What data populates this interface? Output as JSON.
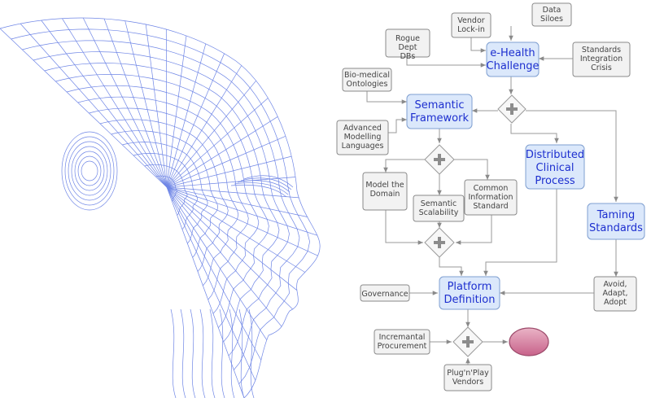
{
  "nodes": {
    "data_siloes": "Data Siloes",
    "vendor_lockin": "Vendor Lock-in",
    "rogue_dept_dbs": "Rogue Dept DBs",
    "ehealth_challenge": "e-Health Challenge",
    "standards_integration_crisis": "Standards Integration Crisis",
    "biomedical_ontologies": "Bio-medical Ontologies",
    "semantic_framework": "Semantic Framework",
    "advanced_modelling_languages": "Advanced Modelling Languages",
    "distributed_clinical_process": "Distributed Clinical Process",
    "model_the_domain": "Model the Domain",
    "semantic_scalability": "Semantic Scalability",
    "common_information_standard": "Common Information Standard",
    "taming_standards": "Taming Standards",
    "governance": "Governance",
    "platform_definition": "Platform Definition",
    "avoid_adapt_adopt": "Avoid, Adapt, Adopt",
    "incremental_procurement": "Incremantal Procurement",
    "plugnplay_vendors": "Plug'n'Play Vendors"
  },
  "colors": {
    "task_fill": "#dbe8fb",
    "task_text": "#1d2fcf",
    "note_fill": "#f2f2f2",
    "end_event": "#d98aa6",
    "mesh": "#6f86e6"
  },
  "illustration": {
    "icon": "wireframe-face-profile"
  }
}
